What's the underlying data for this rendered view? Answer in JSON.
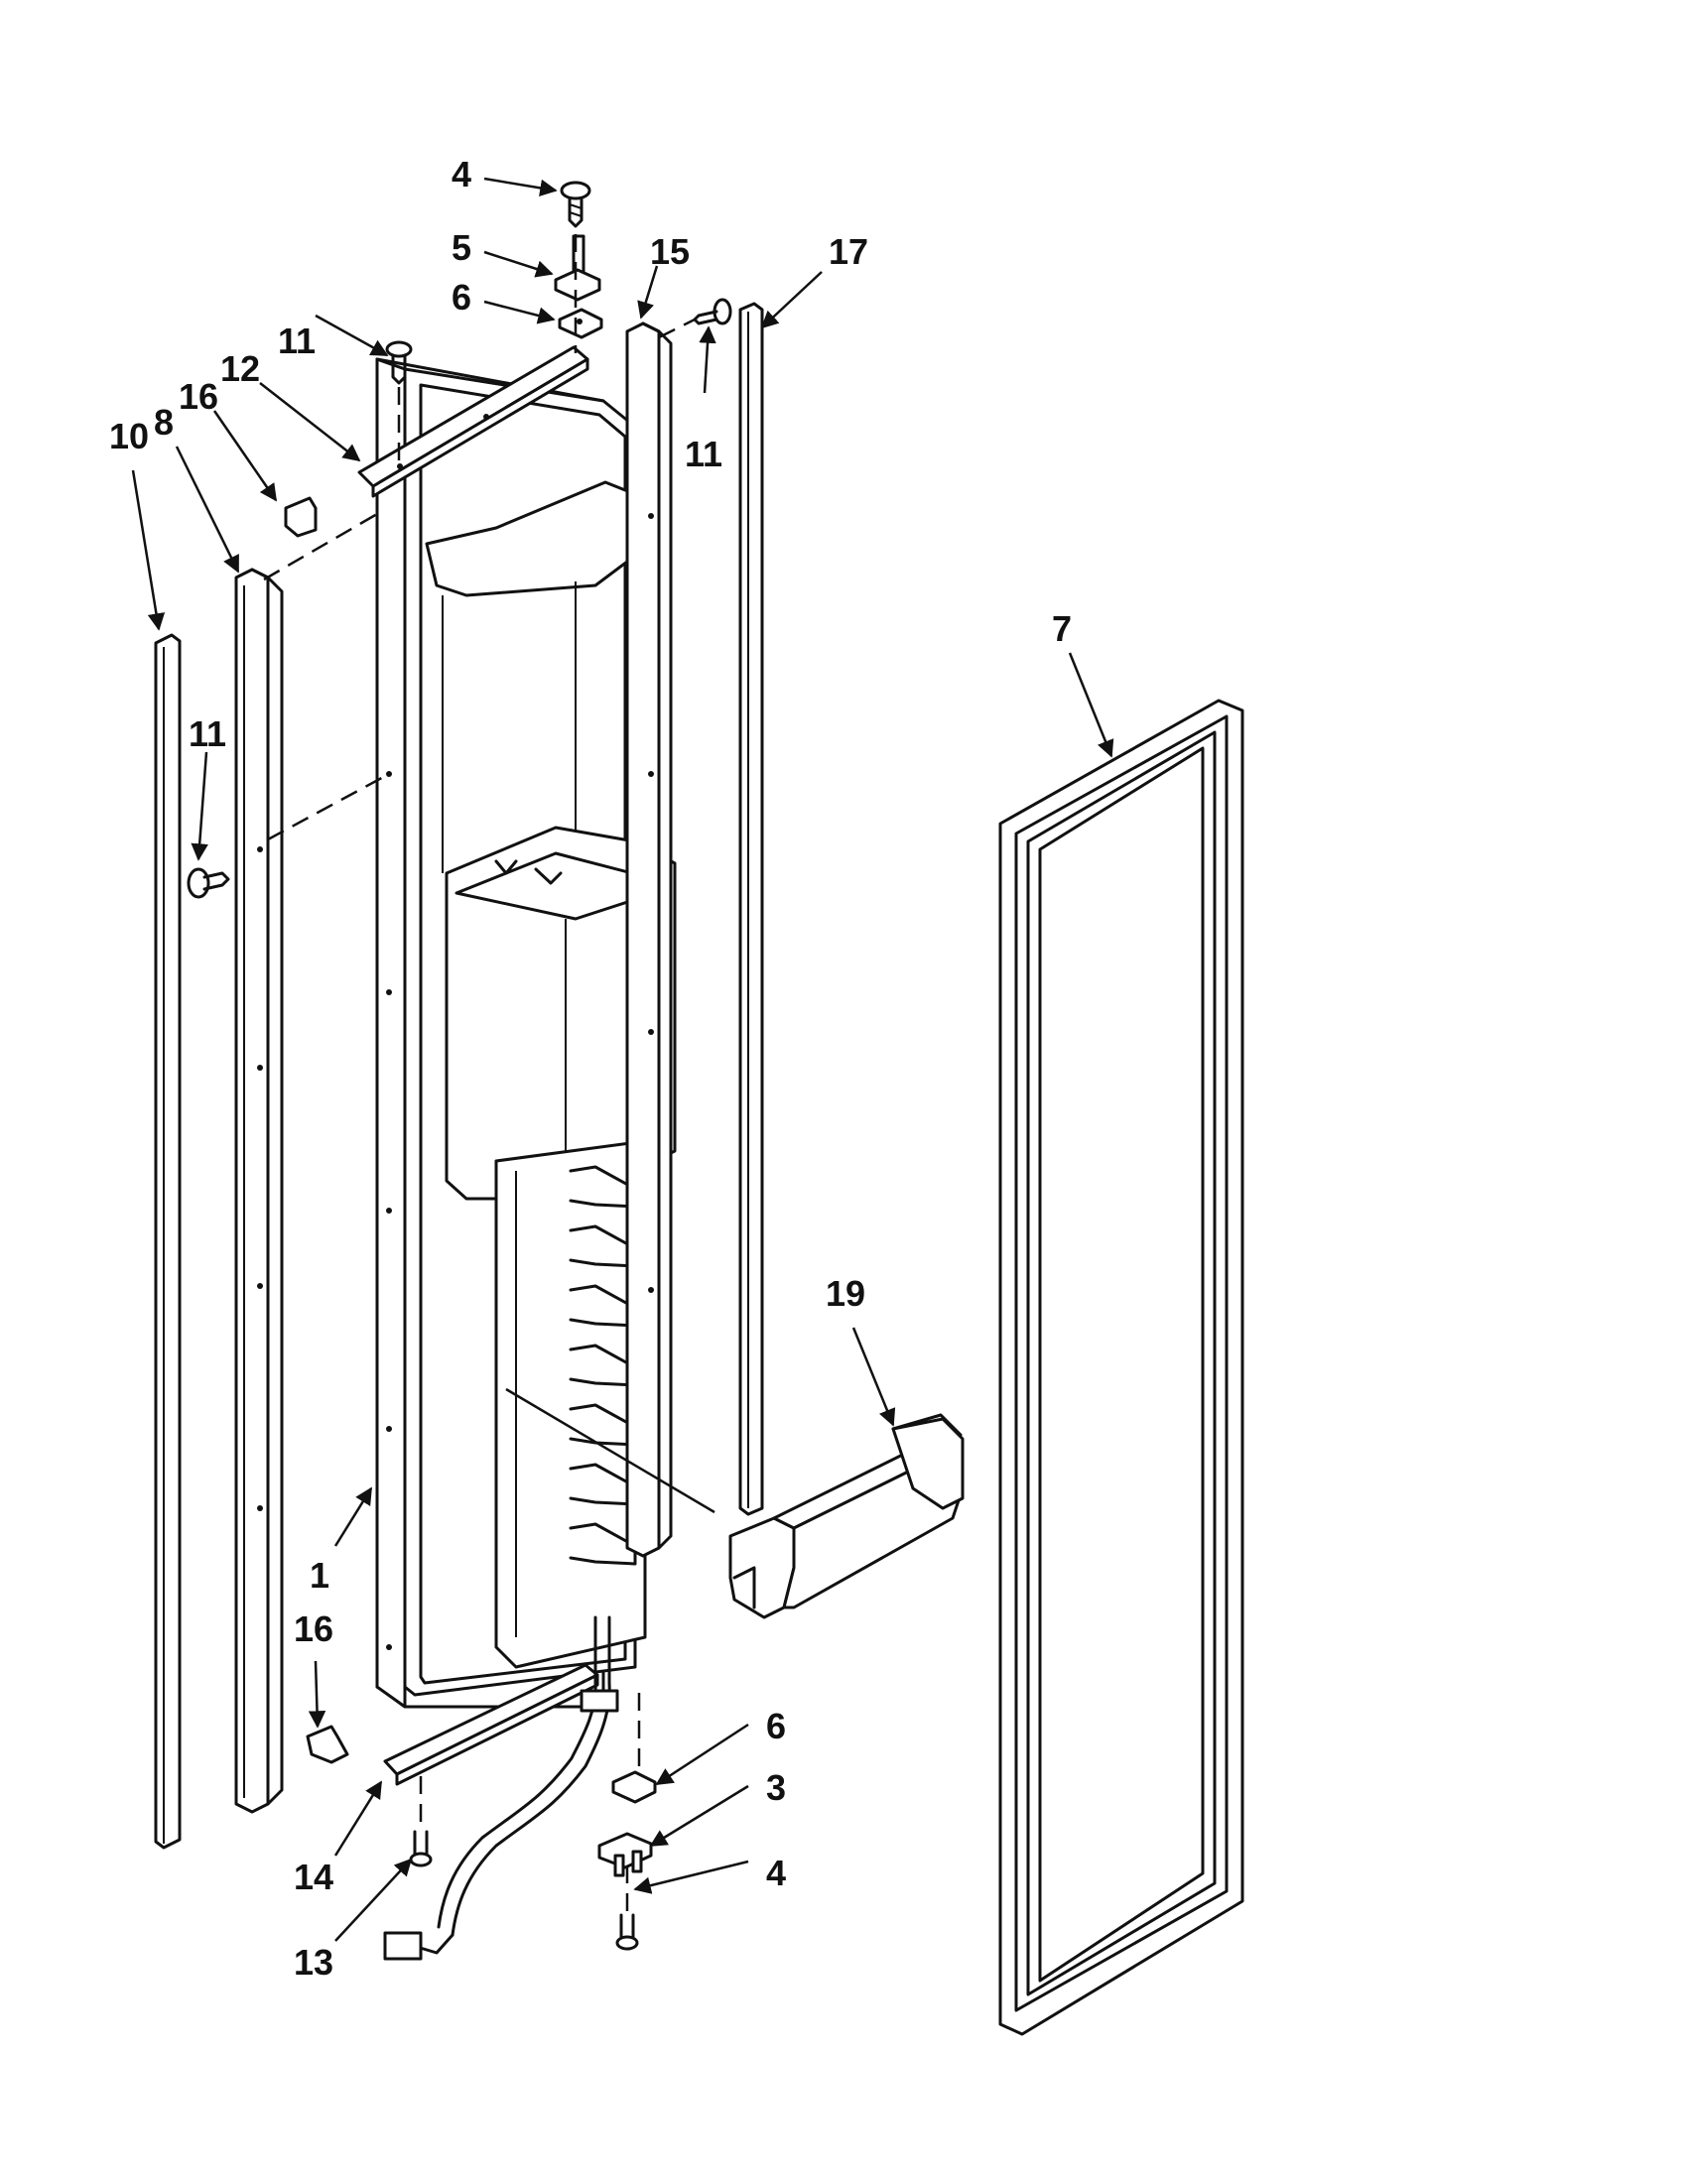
{
  "diagram": {
    "type": "exploded-parts-view",
    "callouts": {
      "c1": "1",
      "c3": "3",
      "c4_top": "4",
      "c4_bottom": "4",
      "c5": "5",
      "c6_top": "6",
      "c6_bottom": "6",
      "c7": "7",
      "c8": "8",
      "c10": "10",
      "c11_upper_left": "11",
      "c11_right": "11",
      "c11_mid_left": "11",
      "c12": "12",
      "c13": "13",
      "c14": "14",
      "c15": "15",
      "c16_top": "16",
      "c16_bottom": "16",
      "c17": "17",
      "c19": "19"
    }
  }
}
